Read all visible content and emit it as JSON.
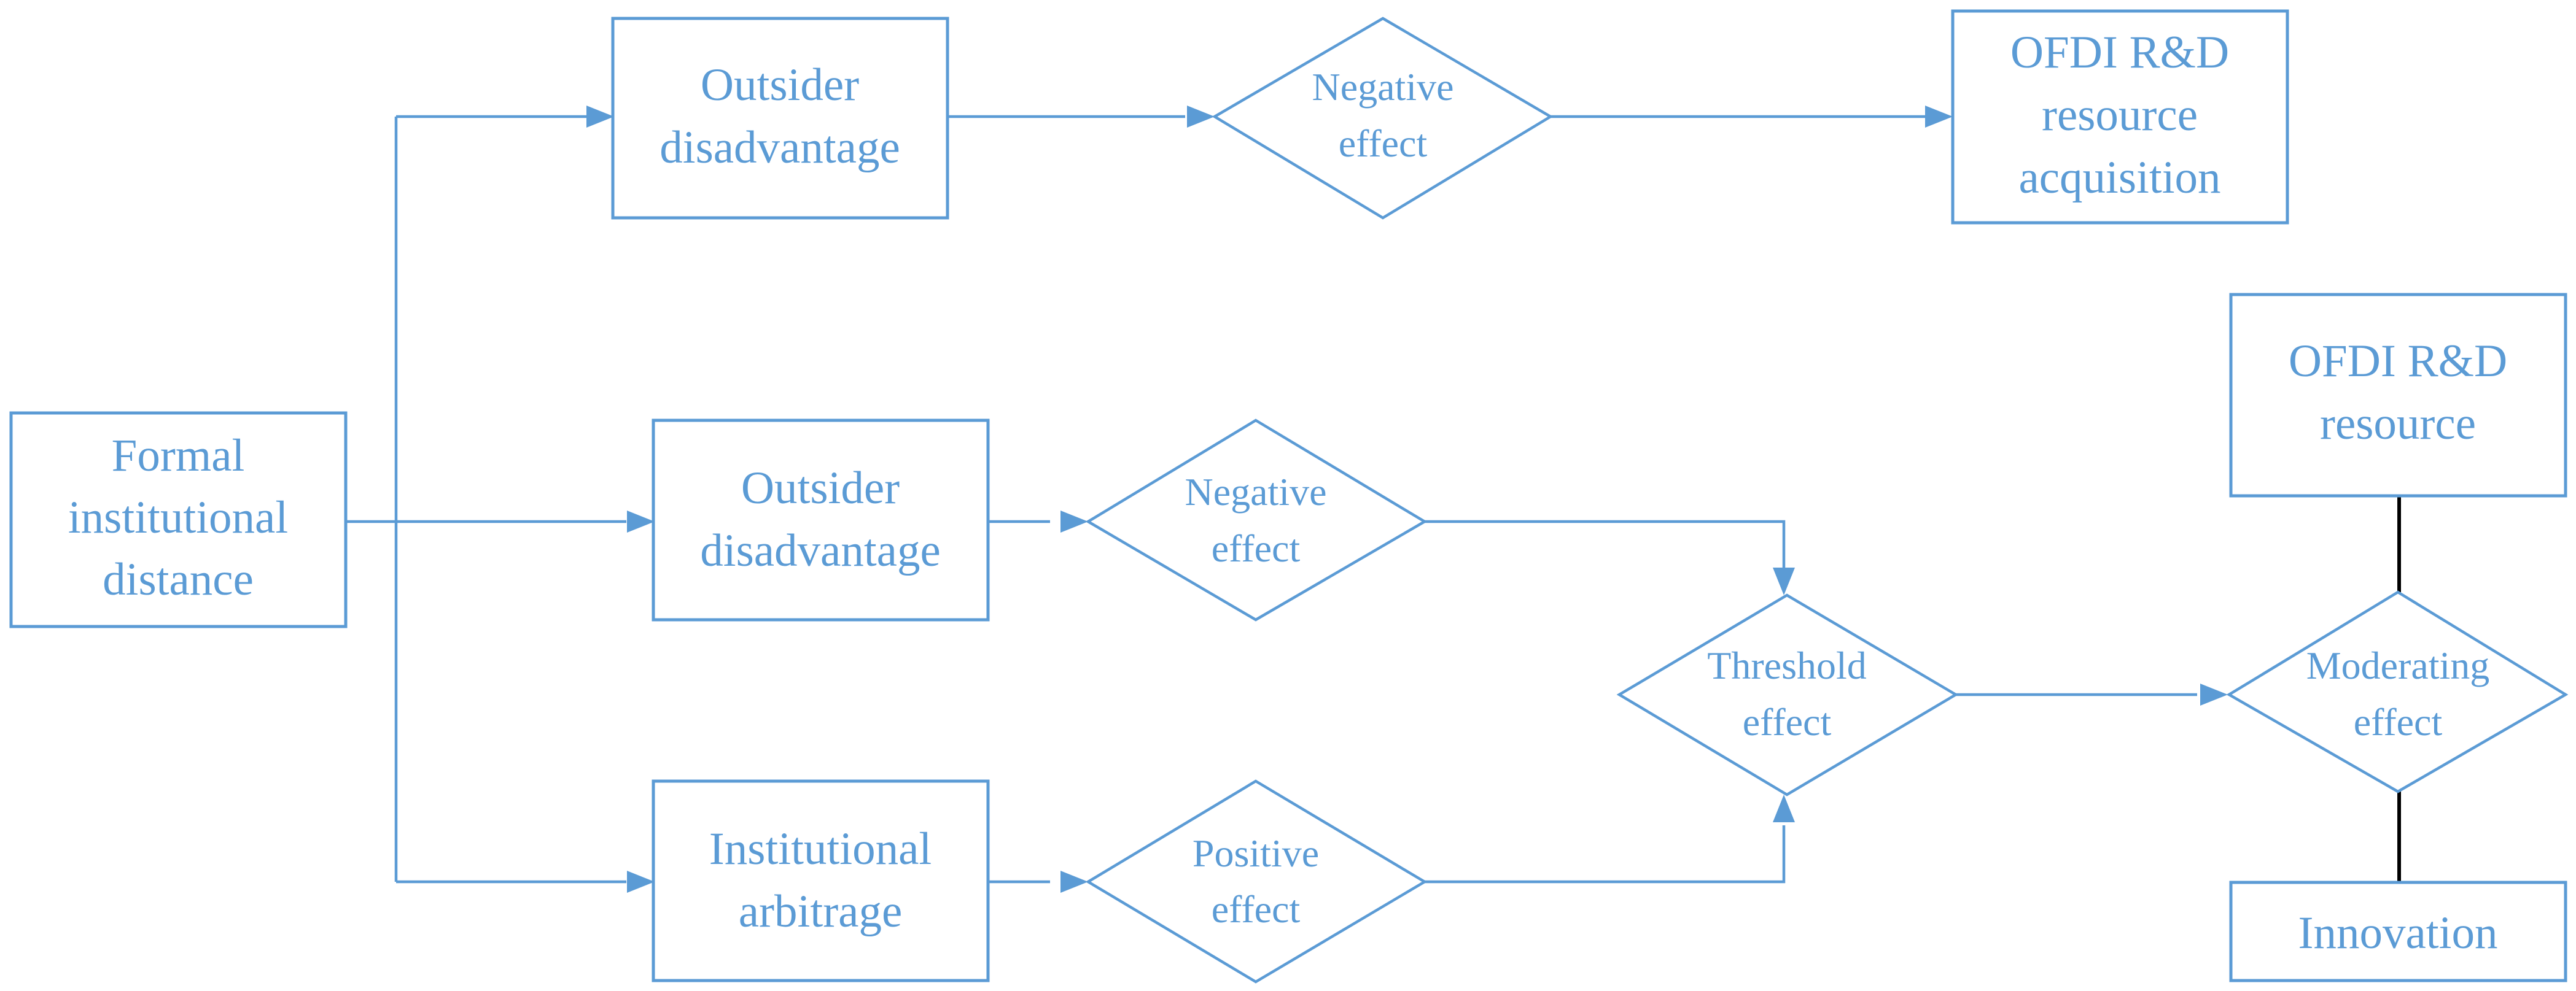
{
  "colors": {
    "accent": "#5b9bd5",
    "connector_black": "#000000",
    "background": "#ffffff"
  },
  "nodes": {
    "formal_institutional_distance": [
      "Formal",
      "institutional",
      "distance"
    ],
    "outsider_disadvantage_top": [
      "Outsider",
      "disadvantage"
    ],
    "negative_effect_top": [
      "Negative",
      "effect"
    ],
    "ofdi_rd_resource_acquisition": [
      "OFDI R&D",
      "resource",
      "acquisition"
    ],
    "outsider_disadvantage_mid": [
      "Outsider",
      "disadvantage"
    ],
    "negative_effect_mid": [
      "Negative",
      "effect"
    ],
    "institutional_arbitrage": [
      "Institutional",
      "arbitrage"
    ],
    "positive_effect": [
      "Positive",
      "effect"
    ],
    "threshold_effect": [
      "Threshold",
      "effect"
    ],
    "ofdi_rd_resource": [
      "OFDI R&D",
      "resource"
    ],
    "moderating_effect": [
      "Moderating",
      "effect"
    ],
    "innovation": [
      "Innovation"
    ]
  }
}
